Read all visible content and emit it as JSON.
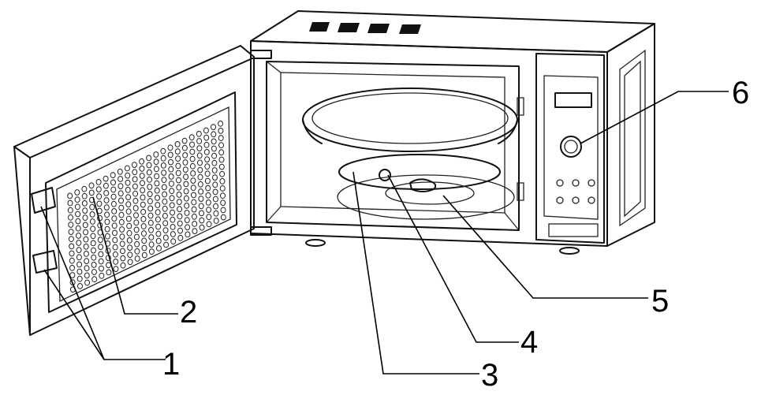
{
  "colors": {
    "line": "#111111",
    "background": "#ffffff",
    "vent": "#222222"
  },
  "callouts": [
    {
      "id": "door-latches",
      "text": "1"
    },
    {
      "id": "door-window",
      "text": "2"
    },
    {
      "id": "roller-ring",
      "text": "3"
    },
    {
      "id": "turntable-shaft",
      "text": "4"
    },
    {
      "id": "glass-tray",
      "text": "5"
    },
    {
      "id": "control-panel",
      "text": "6"
    }
  ]
}
